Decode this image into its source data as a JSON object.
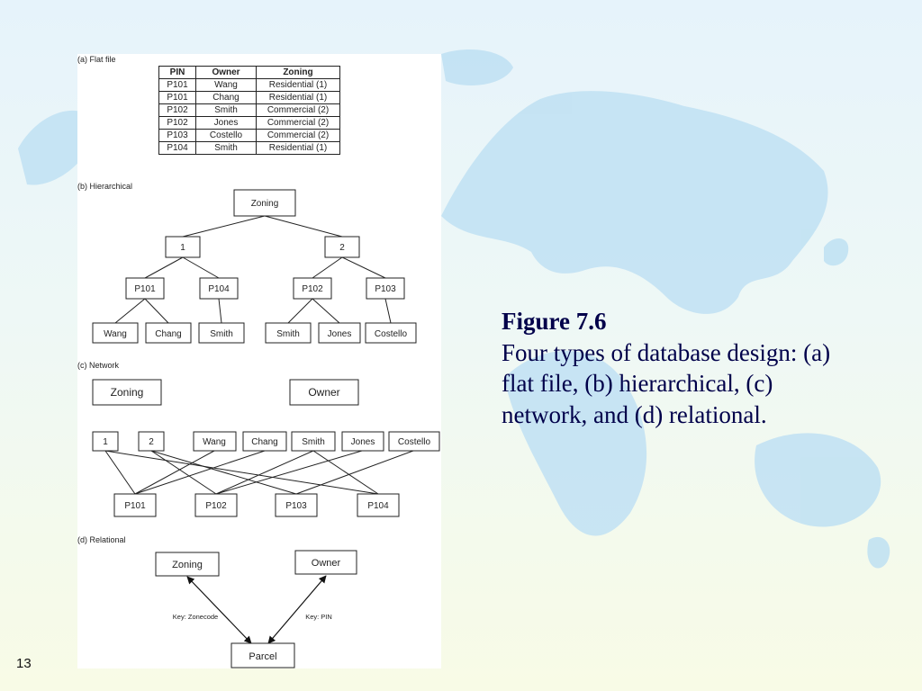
{
  "colors": {
    "map_land": "#bfe1f3",
    "caption_text": "#00004a"
  },
  "figure": {
    "flat_file": {
      "label": "(a) Flat file",
      "columns": [
        "PIN",
        "Owner",
        "Zoning"
      ],
      "rows": [
        [
          "P101",
          "Wang",
          "Residential (1)"
        ],
        [
          "P101",
          "Chang",
          "Residential (1)"
        ],
        [
          "P102",
          "Smith",
          "Commercial (2)"
        ],
        [
          "P102",
          "Jones",
          "Commercial (2)"
        ],
        [
          "P103",
          "Costello",
          "Commercial (2)"
        ],
        [
          "P104",
          "Smith",
          "Residential (1)"
        ]
      ]
    },
    "hierarchical": {
      "label": "(b) Hierarchical",
      "root": "Zoning",
      "zones": [
        "1",
        "2"
      ],
      "parcels": [
        "P101",
        "P104",
        "P102",
        "P103"
      ],
      "owners": [
        "Wang",
        "Chang",
        "Smith",
        "Smith",
        "Jones",
        "Costello"
      ]
    },
    "network": {
      "label": "(c) Network",
      "top": [
        "Zoning",
        "Owner"
      ],
      "middle": [
        "1",
        "2",
        "Wang",
        "Chang",
        "Smith",
        "Jones",
        "Costello"
      ],
      "bottom": [
        "P101",
        "P102",
        "P103",
        "P104"
      ]
    },
    "relational": {
      "label": "(d) Relational",
      "zoning": "Zoning",
      "owner": "Owner",
      "parcel": "Parcel",
      "key_left": "Key: Zonecode",
      "key_right": "Key: PIN"
    }
  },
  "caption": {
    "title": "Figure 7.6",
    "body": "Four types of database design: (a) flat file, (b) hierarchical, (c) network, and (d) relational."
  },
  "page_number": "13"
}
